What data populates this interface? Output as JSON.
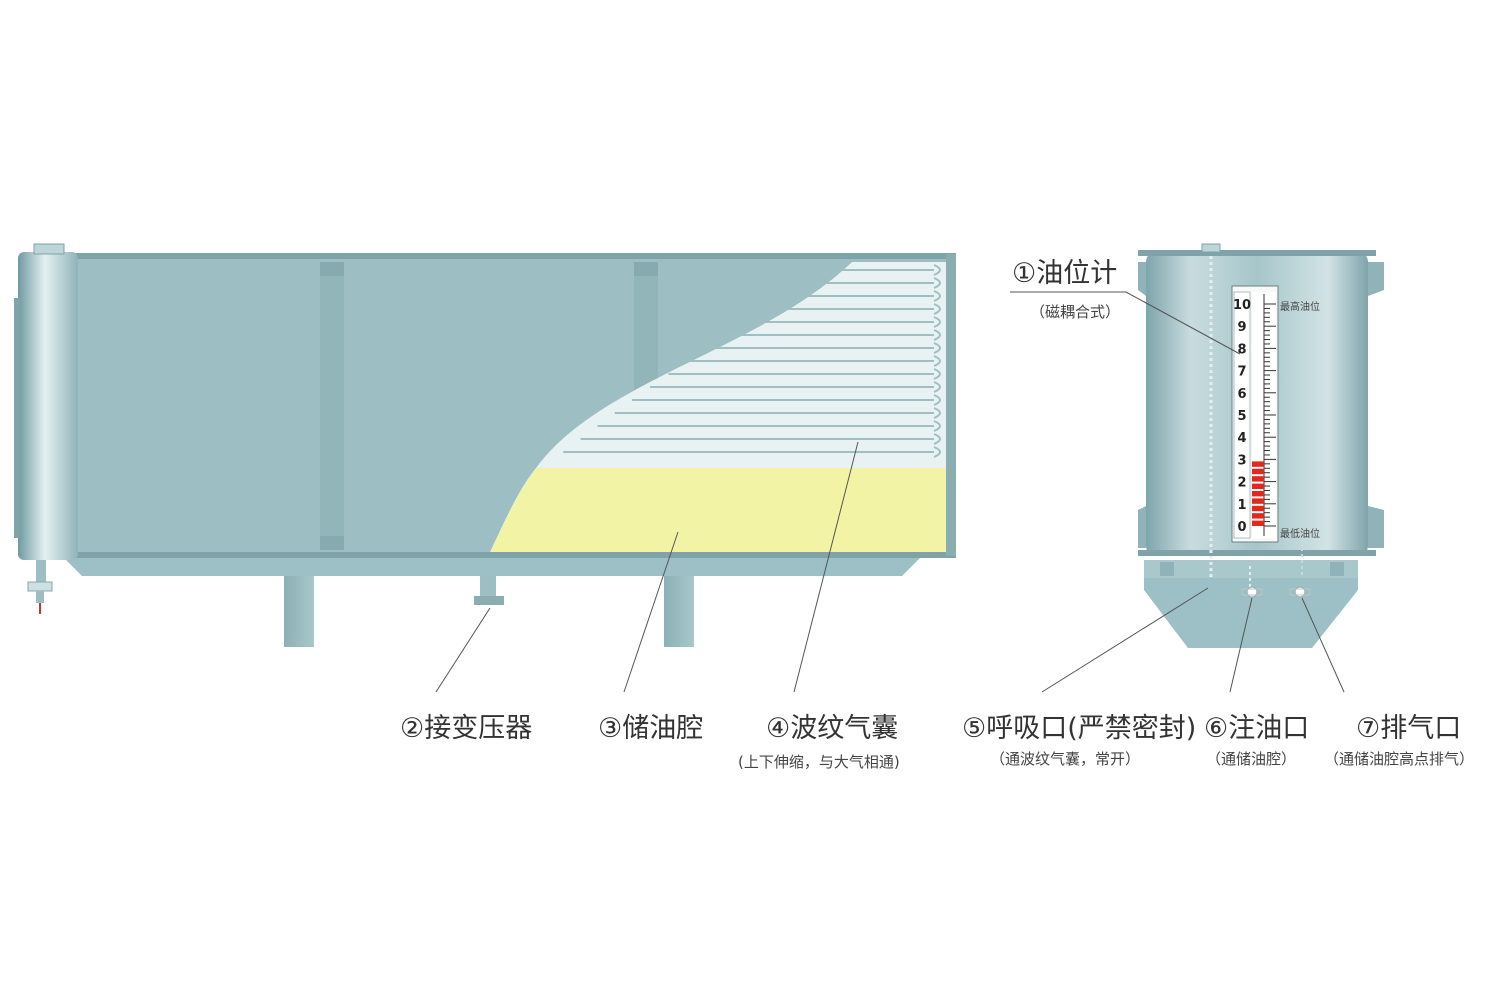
{
  "callouts": {
    "c1": {
      "title": "①油位计",
      "sub": "（磁耦合式）"
    },
    "c2": {
      "title": "②接变压器"
    },
    "c3": {
      "title": "③储油腔"
    },
    "c4": {
      "title": "④波纹气囊",
      "sub": "(上下伸缩，与大气相通)"
    },
    "c5": {
      "title": "⑤呼吸口(严禁密封)",
      "sub": "（通波纹气囊，常开）"
    },
    "c6": {
      "title": "⑥注油口",
      "sub": "（通储油腔）"
    },
    "c7": {
      "title": "⑦排气口",
      "sub": "（通储油腔高点排气）"
    }
  },
  "gauge": {
    "scale": [
      "10",
      "9",
      "8",
      "7",
      "6",
      "5",
      "4",
      "3",
      "2",
      "1",
      "0"
    ],
    "max_label": "最高油位",
    "min_label": "最低油位",
    "level": 3,
    "max_level": 10
  },
  "colors": {
    "tank_body": "#9dbfc4",
    "oil": "#f3f3a6",
    "bellows": "#e8f2f3",
    "gauge_fill": "#e0281c"
  }
}
